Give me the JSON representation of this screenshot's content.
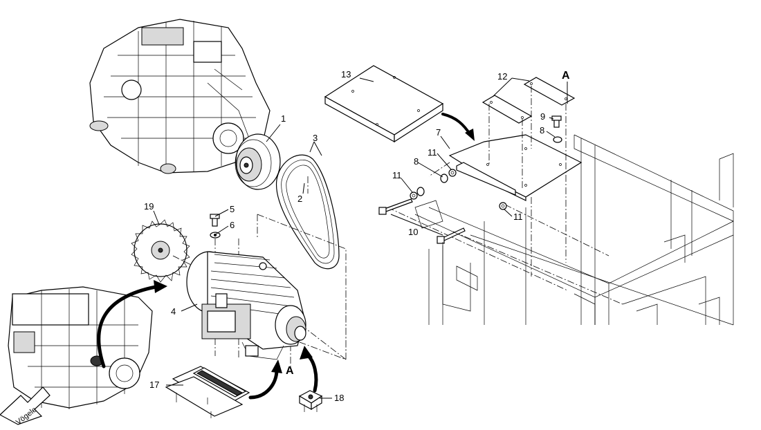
{
  "callouts": {
    "c1": "1",
    "c2": "2",
    "c3": "3",
    "c4": "4",
    "c5": "5",
    "c6": "6",
    "c7": "7",
    "c8a": "8",
    "c8b": "8",
    "c9": "9",
    "c10": "10",
    "c11a": "11",
    "c11b": "11",
    "c11c": "11",
    "c12": "12",
    "c13": "13",
    "c17": "17",
    "c18": "18",
    "c19": "19"
  },
  "view_marks": {
    "a_top": "A",
    "a_bottom": "A"
  },
  "brand_text": "Vögele"
}
